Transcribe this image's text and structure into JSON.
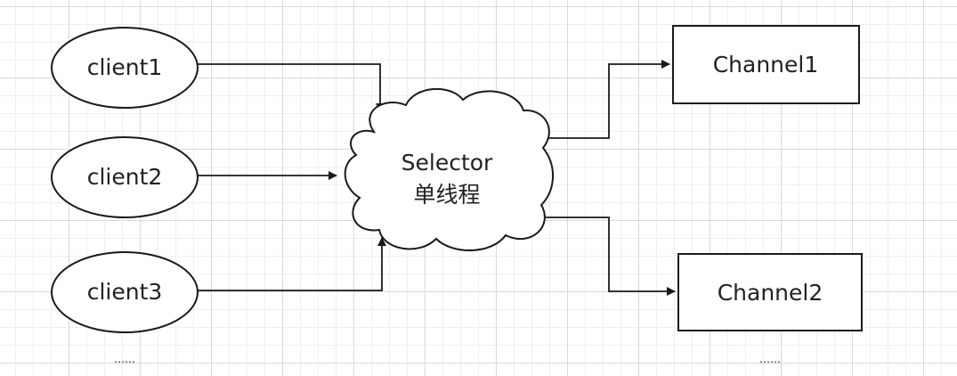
{
  "clients": [
    {
      "label": "client1"
    },
    {
      "label": "client2"
    },
    {
      "label": "client3"
    }
  ],
  "clients_more": "……",
  "selector": {
    "name": "Selector",
    "thread": "单线程"
  },
  "channels": [
    {
      "label": "Channel1"
    },
    {
      "label": "Channel2"
    }
  ],
  "channels_more": "……",
  "colors": {
    "stroke": "#1a1a1a",
    "fill": "#ffffff",
    "grid": "#d9d9d9"
  }
}
